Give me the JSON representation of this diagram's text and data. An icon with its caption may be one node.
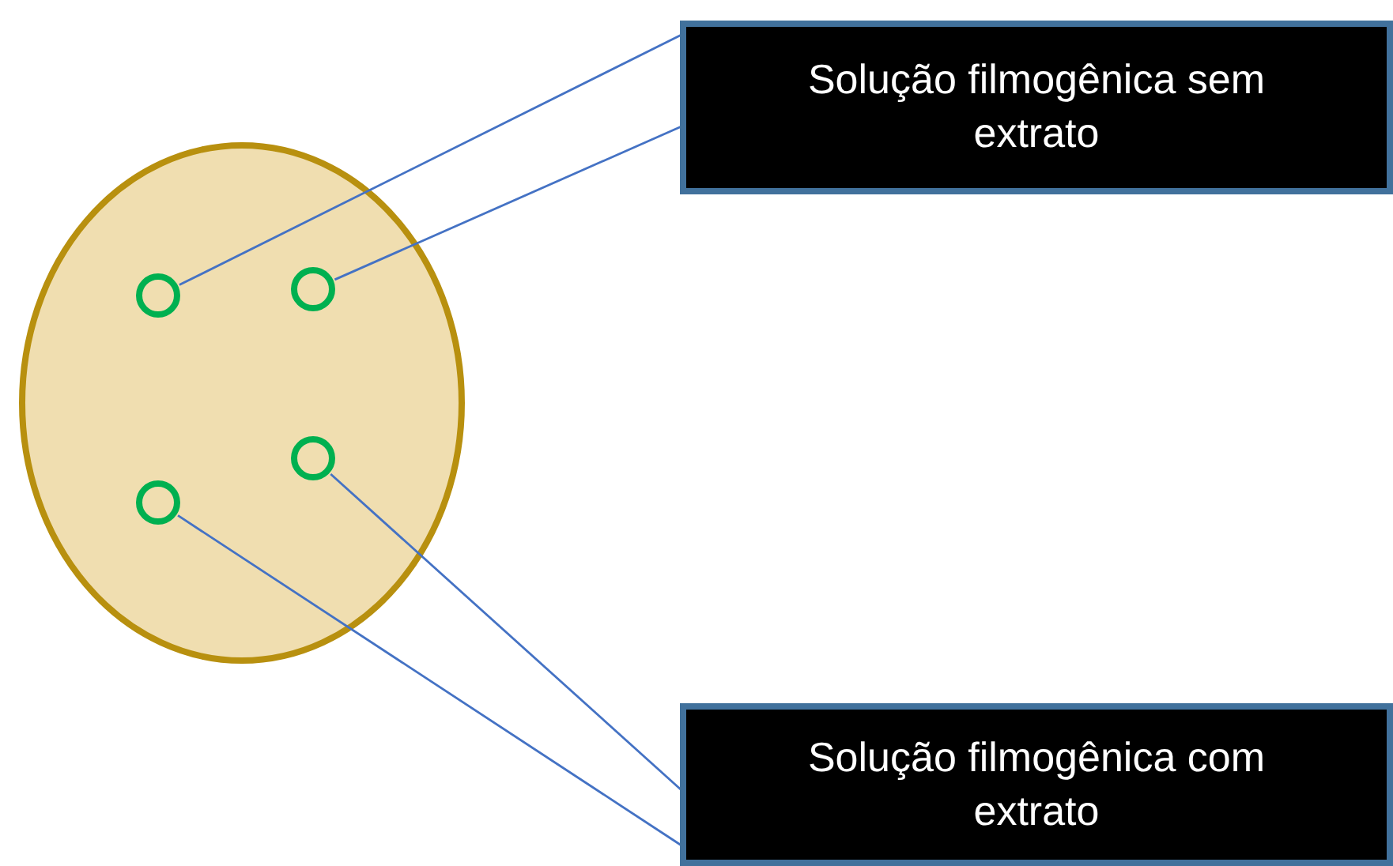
{
  "diagram": {
    "nodes": [
      {
        "text": [],
        "shape": "ellipse"
      },
      {
        "text": [],
        "shape": "circle",
        "in": 0
      },
      {
        "text": [],
        "shape": "circle",
        "in": 0
      },
      {
        "text": [],
        "shape": "circle",
        "in": 0
      },
      {
        "text": [],
        "shape": "circle",
        "in": 0
      },
      {
        "text": [
          "Solução filmogênica sem extrato"
        ]
      },
      {
        "text": [
          "Solução filmogênica com extrato"
        ]
      }
    ],
    "edges": [
      {
        "from": 1,
        "to": 5,
        "arrow": "none"
      },
      {
        "from": 2,
        "to": 5,
        "arrow": "none"
      },
      {
        "from": 4,
        "to": 6,
        "arrow": "none"
      },
      {
        "from": 3,
        "to": 6,
        "arrow": "none"
      }
    ]
  }
}
